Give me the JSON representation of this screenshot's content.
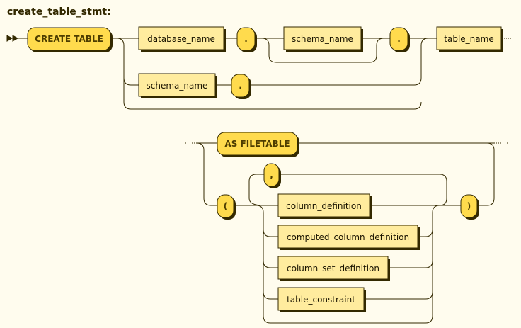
{
  "title": "create_table_stmt:",
  "tokens": {
    "create_table": "CREATE TABLE",
    "database_name": "database_name",
    "dot1": ".",
    "schema_name_top": "schema_name",
    "dot2": ".",
    "table_name": "table_name",
    "schema_name_alt": "schema_name",
    "dot3": ".",
    "as_filetable": "AS FILETABLE",
    "lparen": "(",
    "comma": ",",
    "column_definition": "column_definition",
    "computed_column_definition": "computed_column_definition",
    "column_set_definition": "column_set_definition",
    "table_constraint": "table_constraint",
    "rparen": ")"
  },
  "colors": {
    "background": "#FFFCEE",
    "terminal_fill": "#FFDB4D",
    "nonterminal_fill": "#FFEC9E",
    "line": "#332900"
  }
}
